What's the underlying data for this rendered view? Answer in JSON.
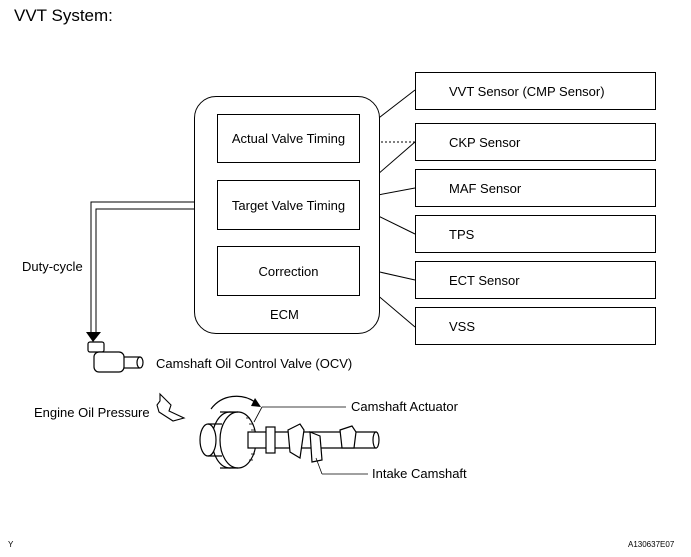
{
  "title": "VVT System:",
  "ecm": {
    "label": "ECM",
    "blocks": [
      "Actual Valve Timing",
      "Target Valve Timing",
      "Correction"
    ]
  },
  "sensors": [
    "VVT Sensor (CMP Sensor)",
    "CKP Sensor",
    "MAF Sensor",
    "TPS",
    "ECT Sensor",
    "VSS"
  ],
  "labels": {
    "duty_cycle": "Duty-cycle",
    "ocv": "Camshaft Oil Control Valve (OCV)",
    "engine_oil": "Engine Oil Pressure",
    "actuator": "Camshaft Actuator",
    "intake": "Intake Camshaft"
  },
  "footer": {
    "left_mark": "Y",
    "code": "A130637E07"
  }
}
